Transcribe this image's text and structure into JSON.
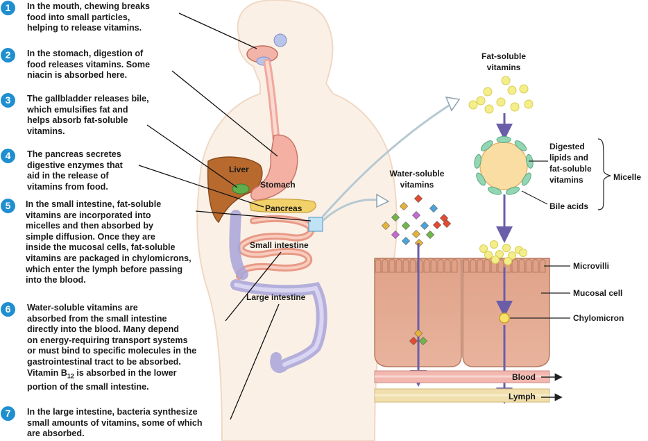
{
  "steps": [
    {
      "num": "1",
      "text": "In the mouth, chewing breaks\nfood into small particles,\nhelping to release vitamins."
    },
    {
      "num": "2",
      "text": "In the stomach, digestion of\nfood releases vitamins. Some\nniacin is absorbed here."
    },
    {
      "num": "3",
      "text": "The gallbladder releases bile,\nwhich emulsifies fat and\nhelps absorb fat-soluble\nvitamins."
    },
    {
      "num": "4",
      "text": "The pancreas secretes\ndigestive enzymes that\naid in the release of\nvitamins from food."
    },
    {
      "num": "5",
      "text": "In the small intestine, fat-soluble\nvitamins are incorporated into\nmicelles and then absorbed by\nsimple diffusion. Once they are\ninside the mucosal cells, fat-soluble\nvitamins are packaged in chylomicrons,\nwhich enter the lymph before passing\ninto the blood."
    },
    {
      "num": "6",
      "text_before_sub": "Water-soluble vitamins are\nabsorbed from the small intestine\ndirectly into the blood. Many depend\non energy-requiring transport systems\nor must bind to specific molecules in the\ngastrointestinal tract to be absorbed.\nVitamin B",
      "sub": "12",
      "text_after_sub": " is absorbed in the lower\nportion of the small intestine."
    },
    {
      "num": "7",
      "text": "In the large intestine, bacteria synthesize\nsmall amounts of vitamins, some of which\nare absorbed."
    }
  ],
  "organ_labels": {
    "liver": "Liver",
    "stomach": "Stomach",
    "pancreas": "Pancreas",
    "small_intestine": "Small intestine",
    "large_intestine": "Large intestine"
  },
  "detail_labels": {
    "fat_soluble": [
      "Fat-soluble",
      "vitamins"
    ],
    "water_soluble": [
      "Water-soluble",
      "vitamins"
    ],
    "digested": [
      "Digested",
      "lipids and",
      "fat-soluble",
      "vitamins"
    ],
    "micelle": "Micelle",
    "bile_acids": "Bile acids",
    "microvilli": "Microvilli",
    "mucosal_cell": "Mucosal cell",
    "chylomicron": "Chylomicron",
    "blood": "Blood",
    "lymph": "Lymph"
  },
  "colors": {
    "badge": "#1f8fd0",
    "tissue": "#e8a98c",
    "vitamin_dot": "#f4ee8a",
    "bile_acid": "#93d6b4",
    "arrow": "#6b5ea8"
  }
}
